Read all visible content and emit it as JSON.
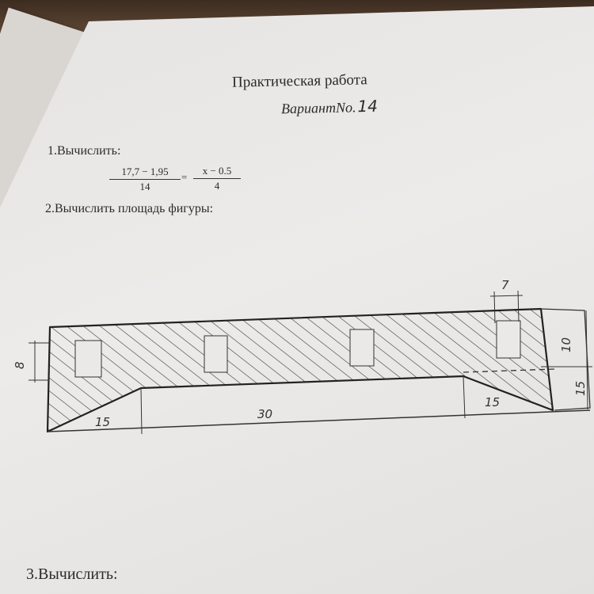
{
  "header": {
    "title": "Практическая работа",
    "variant_label": "ВариантNo.",
    "variant_number": "14"
  },
  "task1": {
    "label": "1.Вычислить:",
    "left_fraction": {
      "numerator": "17,7 − 1,95",
      "denominator": "14"
    },
    "equals": "=",
    "right_fraction": {
      "numerator": "x − 0.5",
      "denominator": "4"
    }
  },
  "task2": {
    "label": "2.Вычислить площадь фигуры:",
    "dimensions": {
      "left_height": "8",
      "bottom_left_slope": "15",
      "bottom_middle": "30",
      "bottom_right_slope": "15",
      "top_notch": "7",
      "right_upper": "10",
      "right_lower": "15"
    }
  },
  "task3": {
    "label": "3.Вычислить:"
  },
  "colors": {
    "paper": "#ebe9e7",
    "ink": "#2a2a2a",
    "desk": "#5a4636"
  }
}
